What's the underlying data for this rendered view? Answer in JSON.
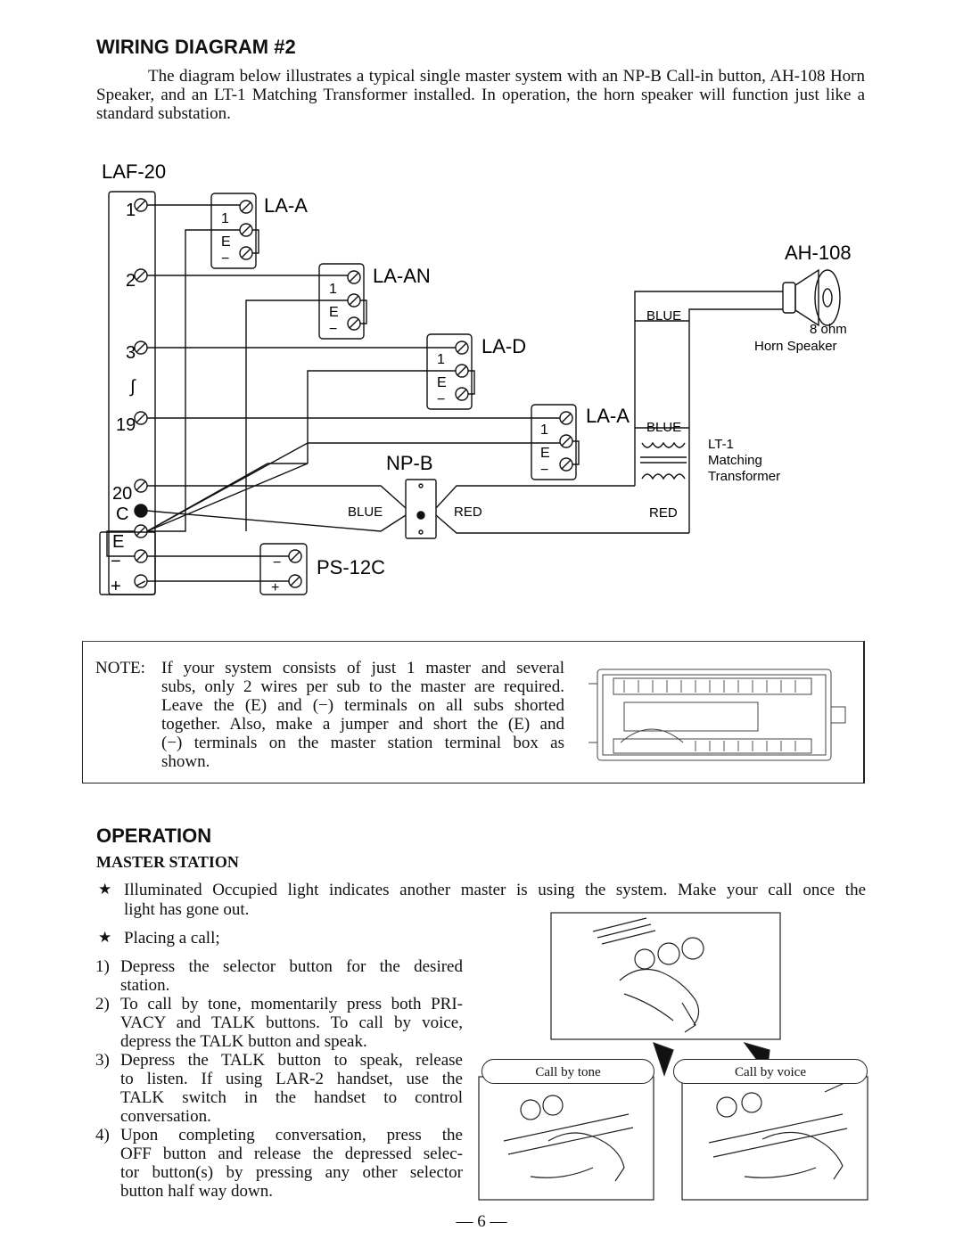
{
  "wiring": {
    "heading": "WIRING DIAGRAM #2",
    "intro": "The diagram below illustrates a typical single master system with an NP-B Call-in button, AH-108 Horn Speaker, and an LT-1 Matching Transformer installed. In operation, the horn speaker will function just like a standard substation."
  },
  "diagram": {
    "master_label": "LAF-20",
    "master_terminals": [
      "1",
      "2",
      "3",
      "∫",
      "19",
      "20",
      "C",
      "E",
      "−",
      "+"
    ],
    "la_a_1": "LA-A",
    "la_an": "LA-AN",
    "la_d": "LA-D",
    "la_a_2": "LA-A",
    "sub_terminals": [
      "1",
      "E",
      "−"
    ],
    "np_b": "NP-B",
    "ps_12c": "PS-12C",
    "ps_terminals": [
      "−",
      "+"
    ],
    "ah_108": "AH-108",
    "horn_desc_1": "8 ohm",
    "horn_desc_2": "Horn Speaker",
    "lt1_1": "LT-1",
    "lt1_2": "Matching",
    "lt1_3": "Transformer",
    "blue_top": "BLUE",
    "blue_mid": "BLUE",
    "blue_np": "BLUE",
    "red_np": "RED",
    "red_right": "RED"
  },
  "note": {
    "label": "NOTE:",
    "lines": [
      "If your system consists of just 1 master and several",
      "subs, only 2 wires per sub to the master are required.",
      "Leave the (E) and (−) terminals on all subs shorted",
      "together. Also, make a jumper and short the (E) and",
      "(−) terminals on the master station terminal box as",
      "shown."
    ]
  },
  "operation": {
    "heading": "OPERATION",
    "subheading": "MASTER STATION",
    "star1_line1": "Illuminated Occupied light indicates another master is using the system. Make your call once the",
    "star1_line2": "light has gone out.",
    "star2": "Placing a call;",
    "steps": [
      {
        "num": "1)",
        "lines": [
          "Depress the selector button for the desired",
          "station."
        ]
      },
      {
        "num": "2)",
        "lines": [
          "To call by tone, momentarily press both PRI-",
          "VACY and TALK buttons. To call by voice,",
          "depress the TALK button and speak."
        ]
      },
      {
        "num": "3)",
        "lines": [
          "Depress the TALK button to speak, release",
          "to listen. If using LAR-2 handset, use the",
          "TALK switch in the handset to control",
          "conversation."
        ]
      },
      {
        "num": "4)",
        "lines": [
          "Upon completing conversation, press the",
          "OFF button and release the depressed selec-",
          "tor button(s) by pressing any other selector",
          "button half way down."
        ]
      }
    ],
    "caption_tone": "Call by tone",
    "caption_voice": "Call by voice",
    "star_glyph": "★"
  },
  "page_number": "— 6 —"
}
